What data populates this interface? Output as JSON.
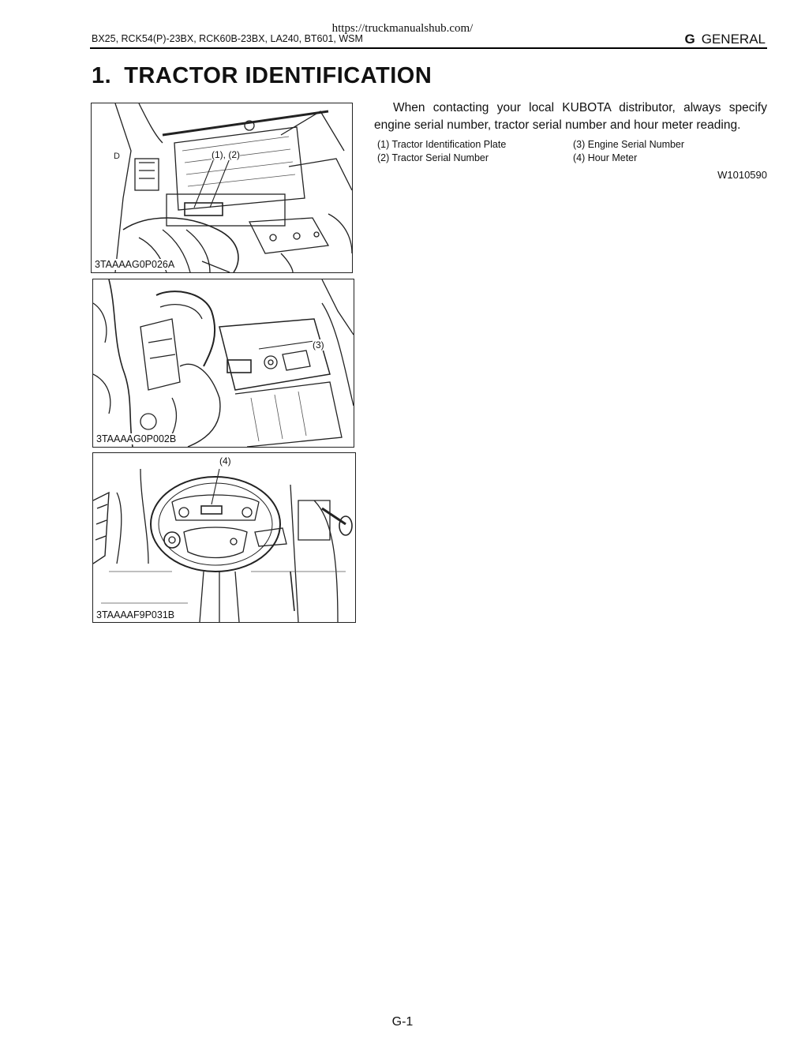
{
  "header": {
    "watermark_url": "https://truckmanualshub.com/",
    "model_line": "BX25, RCK54(P)-23BX, RCK60B-23BX, LA240, BT601, WSM",
    "section_letter": "G",
    "section_name": "GENERAL"
  },
  "section": {
    "number": "1.",
    "title": "TRACTOR IDENTIFICATION"
  },
  "intro_text": "When contacting your local KUBOTA distributor, always specify engine serial number, tractor serial number and hour meter reading.",
  "legend": [
    {
      "key": "(1)",
      "label": "Tractor Identification Plate"
    },
    {
      "key": "(2)",
      "label": "Tractor Serial Number"
    },
    {
      "key": "(3)",
      "label": "Engine Serial Number"
    },
    {
      "key": "(4)",
      "label": "Hour Meter"
    }
  ],
  "document_code": "W1010590",
  "figures": [
    {
      "code": "3TAAAAG0P026A",
      "callout": "(1), (2)"
    },
    {
      "code": "3TAAAAG0P002B",
      "callout": "(3)"
    },
    {
      "code": "3TAAAAF9P031B",
      "callout": "(4)"
    }
  ],
  "page_number": "G-1"
}
